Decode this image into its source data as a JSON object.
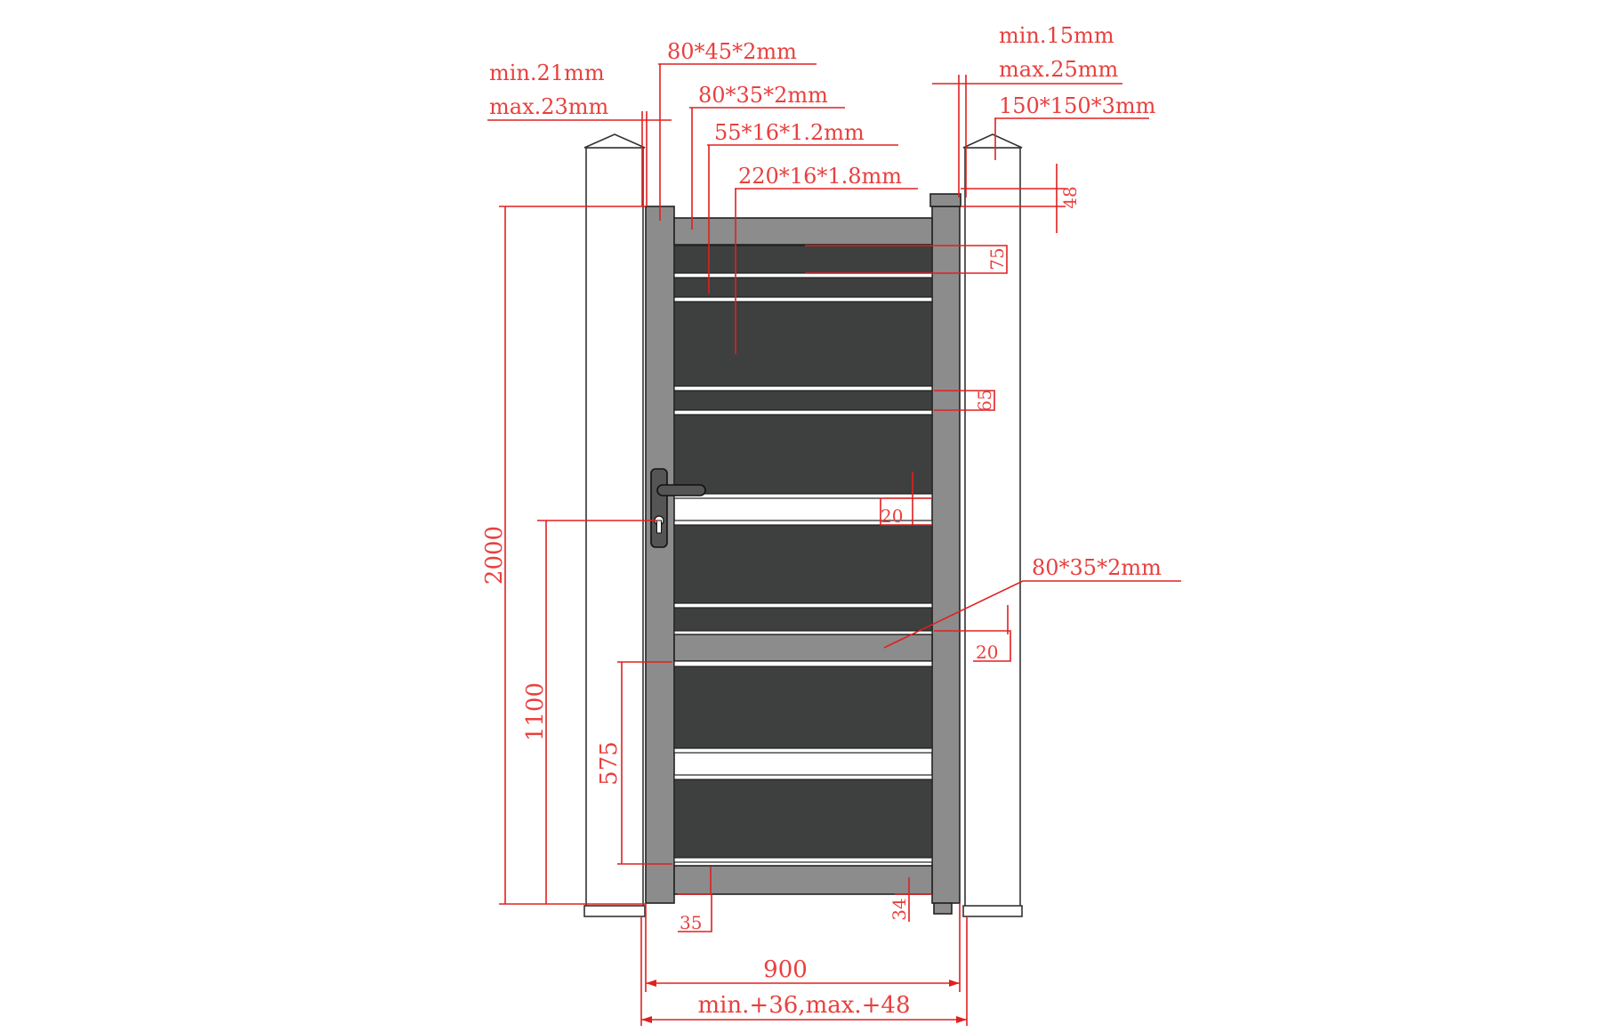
{
  "drawing": {
    "profiles": {
      "stile": "80*45*2mm",
      "top_rail": "80*35*2mm",
      "slat": "55*16*1.2mm",
      "panel": "220*16*1.8mm",
      "mid_rail": "80*35*2mm",
      "post": "150*150*3mm"
    },
    "gaps": {
      "left_min": "min.21mm",
      "left_max": "max.23mm",
      "right_min": "min.15mm",
      "right_max": "max.25mm"
    },
    "dimensions": {
      "total_height": "2000",
      "handle_height": "1100",
      "mid_rail_height": "575",
      "gate_width": "900",
      "opening_width": "min.+36,max.+48",
      "top_offset": "48",
      "top_rail_height": "75",
      "slat_gap": "65",
      "slat_spacing": "20",
      "mid_rail_spacing": "20",
      "bottom_left": "35",
      "bottom_right": "34"
    }
  },
  "colors": {
    "dimension": "#e02020",
    "frame": "#8c8c8c",
    "panel": "#3d403f",
    "post": "#ffffff"
  }
}
